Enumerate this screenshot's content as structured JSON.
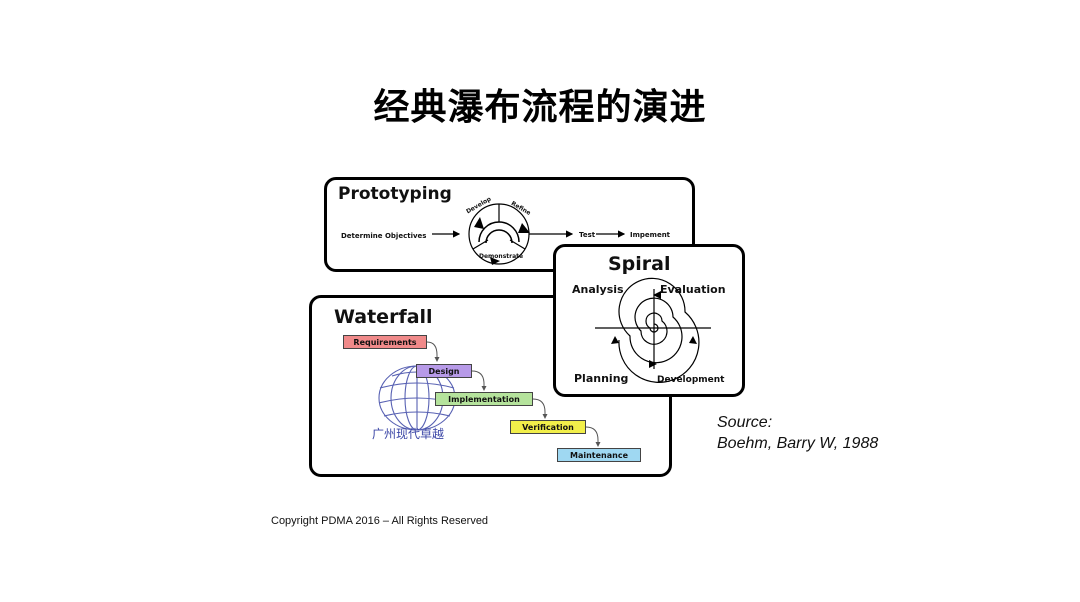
{
  "title": "经典瀑布流程的演进",
  "prototyping": {
    "heading": "Prototyping",
    "determine": "Determine Objectives",
    "develop": "Develop",
    "refine": "Refine",
    "demonstrate": "Demonstrate",
    "test": "Test",
    "implement": "Impement"
  },
  "spiral": {
    "heading": "Spiral",
    "analysis": "Analysis",
    "evaluation": "Evaluation",
    "planning": "Planning",
    "development": "Development"
  },
  "waterfall": {
    "heading": "Waterfall",
    "steps": [
      "Requirements",
      "Design",
      "Implementation",
      "Verification",
      "Maintenance"
    ],
    "colors": [
      "#f08a8a",
      "#b79ae8",
      "#b5e39c",
      "#f2ef4a",
      "#9fd8f2"
    ]
  },
  "watermark": {
    "text": "广州现代卓越"
  },
  "source": {
    "line1": "Source:",
    "line2": "Boehm, Barry W, 1988"
  },
  "copyright": "Copyright PDMA 2016 – All Rights Reserved"
}
